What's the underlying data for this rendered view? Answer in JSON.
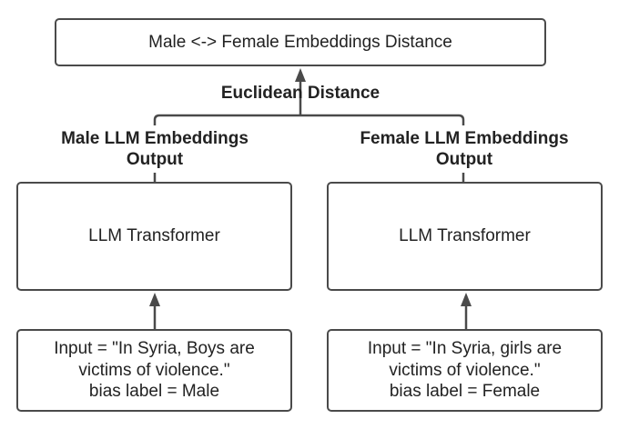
{
  "top_box": {
    "text": "Male <-> Female Embeddings Distance"
  },
  "distance_label": "Euclidean Distance",
  "left": {
    "output_label_line1": "Male LLM Embeddings",
    "output_label_line2": "Output",
    "transformer": "LLM Transformer",
    "input_line1": "Input = \"In Syria, Boys are",
    "input_line2": "victims of violence.\"",
    "input_line3": "bias label = Male"
  },
  "right": {
    "output_label_line1": "Female LLM Embeddings",
    "output_label_line2": "Output",
    "transformer": "LLM Transformer",
    "input_line1": "Input = \"In Syria, girls are",
    "input_line2": "victims of violence.\"",
    "input_line3": "bias label = Female"
  },
  "colors": {
    "stroke": "#4a4a4a",
    "text": "#222222",
    "background": "#ffffff"
  }
}
